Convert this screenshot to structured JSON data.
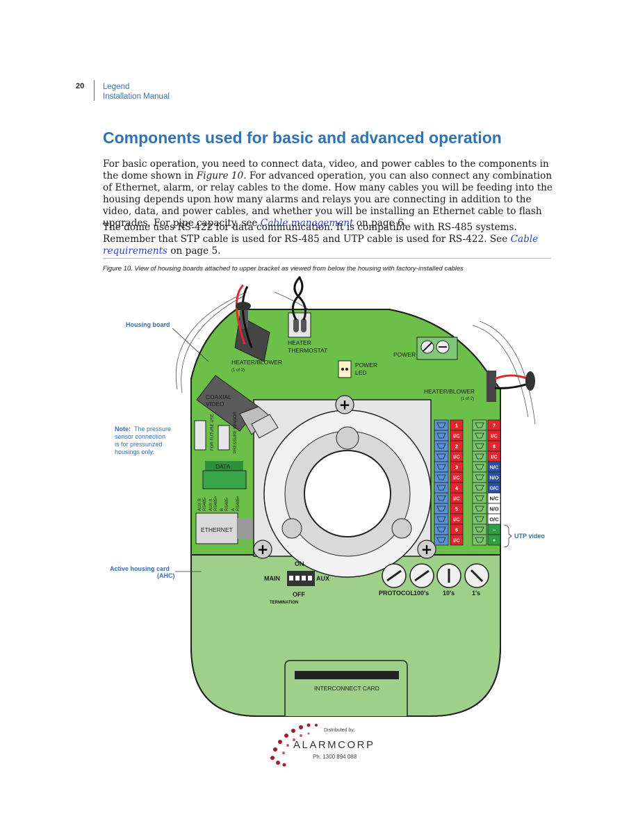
{
  "header": {
    "page_number": "20",
    "doc_line1": "Legend",
    "doc_line2": "Installation Manual"
  },
  "section_title": "Components used for basic and advanced operation",
  "para1": {
    "t1": "For basic operation, you need to connect data, video, and power cables to the components in the dome shown in ",
    "figure_ref": "Figure 10",
    "t2": ". For advanced operation, you can also connect any combination of Ethernet, alarm, or relay cables to the dome. How many cables you will be feeding into the housing depends upon how many alarms and relays you are connecting in addition to the video, data, and power cables, and whether you will be installing an Ethernet cable to flash upgrades. For pipe capacity, see ",
    "link": "Cable management",
    "t3": " on page 6."
  },
  "para2": {
    "t1": "The dome uses RS-422 for data communication. It is compatible with RS-485 systems. Remember that STP cable is used for RS-485 and UTP cable is used for RS-422. See ",
    "link": "Cable requirements",
    "t2": " on page 5."
  },
  "figure_caption": "Figure 10.  View of housing boards attached to upper bracket as viewed from below the housing with factory-installed cables",
  "diagram": {
    "callouts": {
      "housing_board": "Housing board",
      "note_bold": "Note:",
      "note_1": "The pressure",
      "note_2": "sensor connection",
      "note_3": "is for pressurized",
      "note_4": "housings only.",
      "ahc_1": "Active housing card",
      "ahc_2": "(AHC)",
      "utp_video": "UTP video"
    },
    "labels": {
      "heater_thermostat_1": "HEATER",
      "heater_thermostat_2": "THERMOSTAT",
      "heater_blower_left": "HEATER/BLOWER",
      "heater_blower_left_sub": "(1 of 2)",
      "power_led_1": "POWER",
      "power_led_2": "LED",
      "power": "POWER",
      "heater_blower_right": "HEATER/BLOWER",
      "heater_blower_right_sub": "(1 of 2)",
      "coaxial_1": "COAXIAL",
      "coaxial_2": "VIDEO",
      "future_use": "FOR FUTURE USE",
      "pressure_sensor": "PRESSURE SENSOR",
      "data": "DATA",
      "ethernet": "ETHERNET",
      "on": "ON",
      "off": "OFF",
      "main": "MAIN",
      "aux": "AUX",
      "termination": "TERMINATION",
      "protocol": "PROTOCOL",
      "hundreds": "100's",
      "tens": "10's",
      "ones": "1's",
      "interconnect": "INTERCONNECT CARD"
    },
    "data_pins": [
      "AUX B",
      "RS485-",
      "AUX A",
      "RS485+",
      "B",
      "RS485-",
      "A",
      "RS485+"
    ],
    "alarm_terminals": [
      {
        "label": "1",
        "color": "#e3262d"
      },
      {
        "label": "I/C",
        "color": "#e3262d"
      },
      {
        "label": "2",
        "color": "#e3262d"
      },
      {
        "label": "I/C",
        "color": "#e3262d"
      },
      {
        "label": "3",
        "color": "#e3262d"
      },
      {
        "label": "I/C",
        "color": "#e3262d"
      },
      {
        "label": "4",
        "color": "#e3262d"
      },
      {
        "label": "I/C",
        "color": "#e3262d"
      },
      {
        "label": "5",
        "color": "#e3262d"
      },
      {
        "label": "I/C",
        "color": "#e3262d"
      },
      {
        "label": "6",
        "color": "#e3262d"
      },
      {
        "label": "I/C",
        "color": "#e3262d"
      }
    ],
    "relay_terminals": [
      {
        "label": "7",
        "color": "#e3262d"
      },
      {
        "label": "I/C",
        "color": "#e3262d"
      },
      {
        "label": "8",
        "color": "#e3262d"
      },
      {
        "label": "I/C",
        "color": "#e3262d"
      },
      {
        "label": "N/C",
        "color": "#2c4fa3"
      },
      {
        "label": "N/O",
        "color": "#2c4fa3"
      },
      {
        "label": "O/C",
        "color": "#2c4fa3"
      },
      {
        "label": "N/C",
        "color": "#ffffff"
      },
      {
        "label": "N/O",
        "color": "#ffffff"
      },
      {
        "label": "O/C",
        "color": "#ffffff"
      },
      {
        "label": "–",
        "color": "#2ea043"
      },
      {
        "label": "+",
        "color": "#2ea043"
      }
    ],
    "colors": {
      "board": "#6cc04a",
      "ahc": "#9ed08a",
      "bracket": "#e6e6e6",
      "accent": "#3a6fb0"
    }
  },
  "footer": {
    "distributed_by": "Distributed by:",
    "company": "ALARMCORP",
    "phone": "Ph: 1300 894 088"
  }
}
